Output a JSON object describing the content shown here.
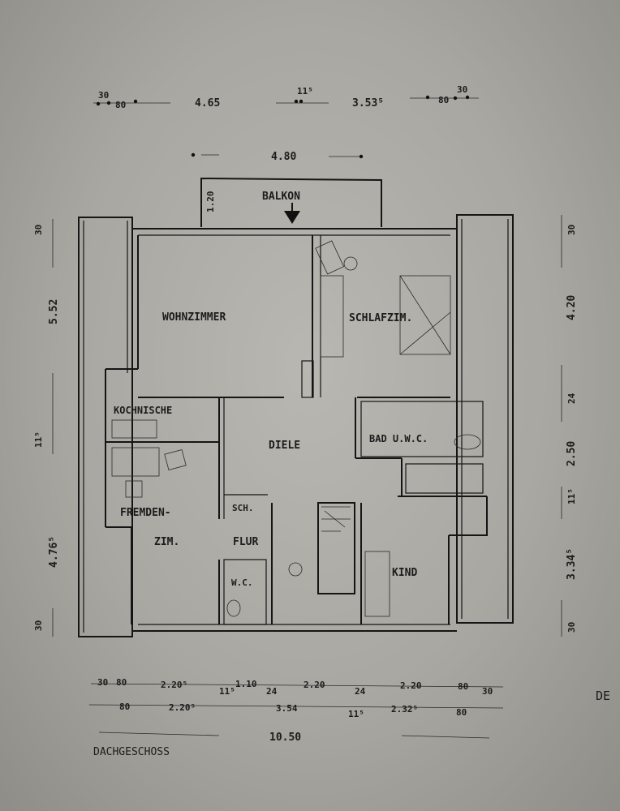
{
  "title": "DACHGESCHOSS",
  "rooms": {
    "balkon": "BALKON",
    "wohnzimmer": "WOHNZIMMER",
    "schlafzimmer": "SCHLAFZIM.",
    "kochnische": "KOCHNISCHE",
    "diele": "DIELE",
    "bad": "BAD U.W.C.",
    "fremden1": "FREMDEN-",
    "fremden2": "ZIM.",
    "sch": "SCH.",
    "flur": "FLUR",
    "wc": "W.C.",
    "kind": "KIND"
  },
  "dims_top": {
    "a": "30",
    "b": "80",
    "c": "4.65",
    "d": "11⁵",
    "e": "3.53⁵",
    "f": "80",
    "g": "30",
    "balkon_width": "4.80",
    "balkon_depth": "1.20"
  },
  "dims_left": {
    "a": "30",
    "b": "5.52",
    "c": "11⁵",
    "d": "4.76⁵",
    "e": "30"
  },
  "dims_right": {
    "a": "30",
    "b": "4.20",
    "c": "24",
    "d": "2.50",
    "e": "11⁵",
    "f": "3.34⁵",
    "g": "30"
  },
  "dims_bottom1": [
    "30",
    "80",
    "2.20⁵",
    "11⁵",
    "1.10",
    "24",
    "2.20",
    "24",
    "2.20",
    "80",
    "30"
  ],
  "dims_bottom2": [
    "80",
    "2.20⁵",
    "3.54",
    "11⁵",
    "2.32⁵",
    "80"
  ],
  "dims_total": "10.50",
  "edge_text": "DE"
}
